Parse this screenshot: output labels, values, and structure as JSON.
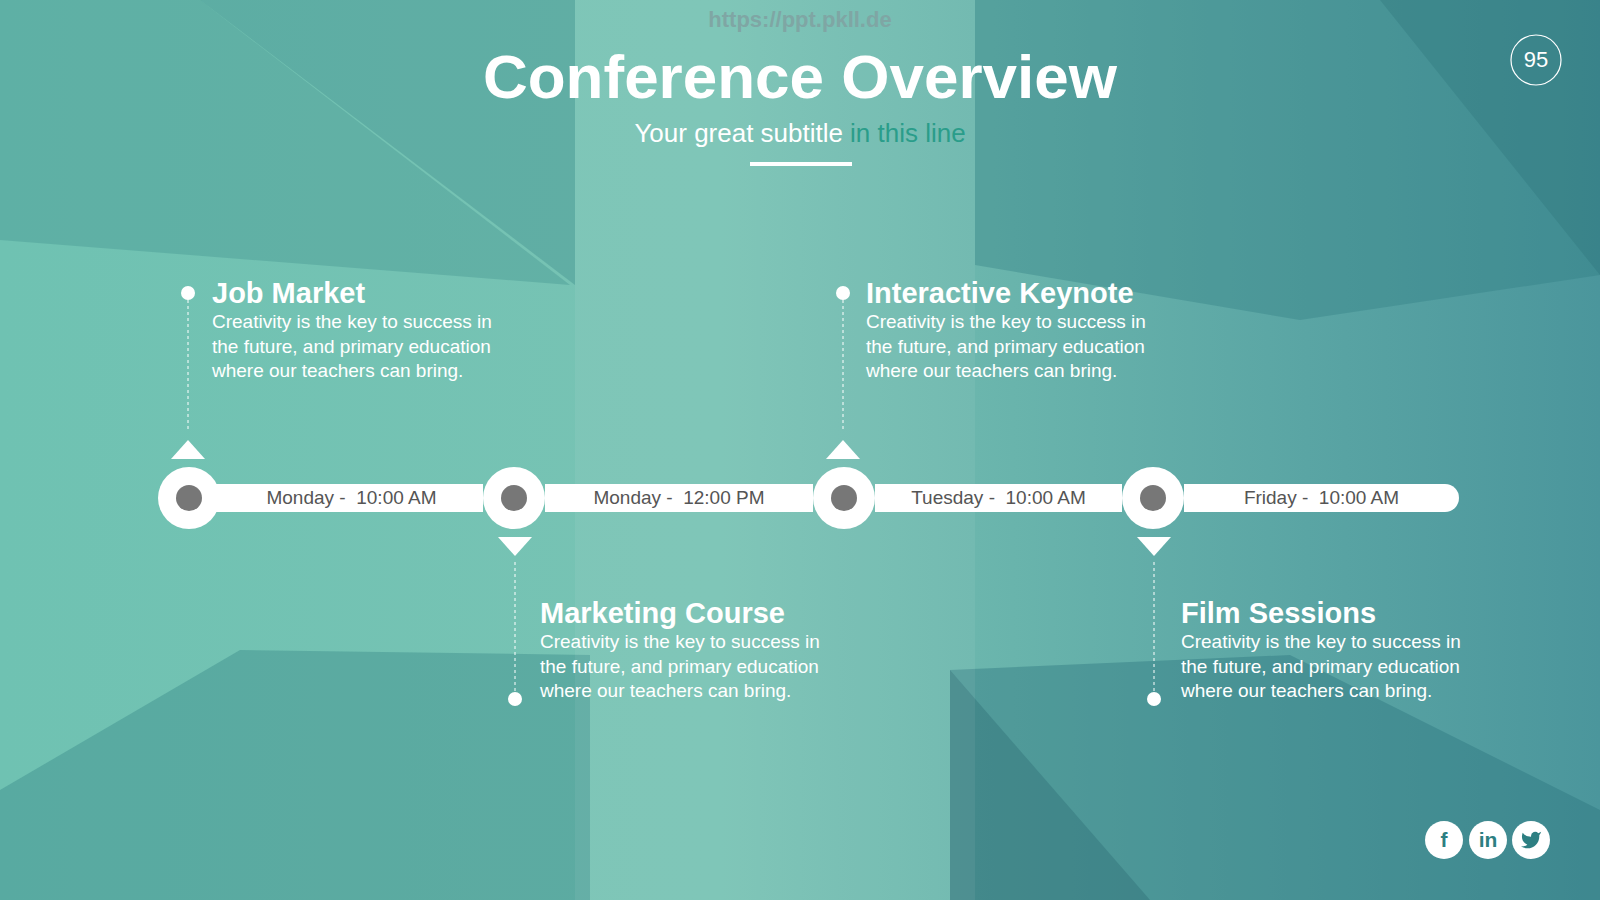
{
  "diagram": {
    "title": "Conference Overview",
    "nodes": [
      {
        "text": [
          "Monday -  10:00 AM"
        ]
      },
      {
        "text": [
          "Monday -  12:00 PM"
        ]
      },
      {
        "text": [
          "Tuesday -  10:00 AM"
        ]
      },
      {
        "text": [
          "Friday -  10:00 AM"
        ]
      }
    ],
    "labels": [
      "https://ppt.pkll.de",
      "Your great subtitle",
      "in this line",
      "95",
      "Job Market",
      "Creativity is the key to success in the future, and primary education where our teachers can bring.",
      "Interactive Keynote",
      "Creativity is the key to success in the future, and primary education where our teachers can bring.",
      "Marketing Course",
      "Creativity is the key to success in the future, and primary education where our teachers can bring.",
      "Film Sessions",
      "Creativity is the key to success in the future, and primary education where our teachers can bring.",
      "f",
      "in"
    ]
  }
}
